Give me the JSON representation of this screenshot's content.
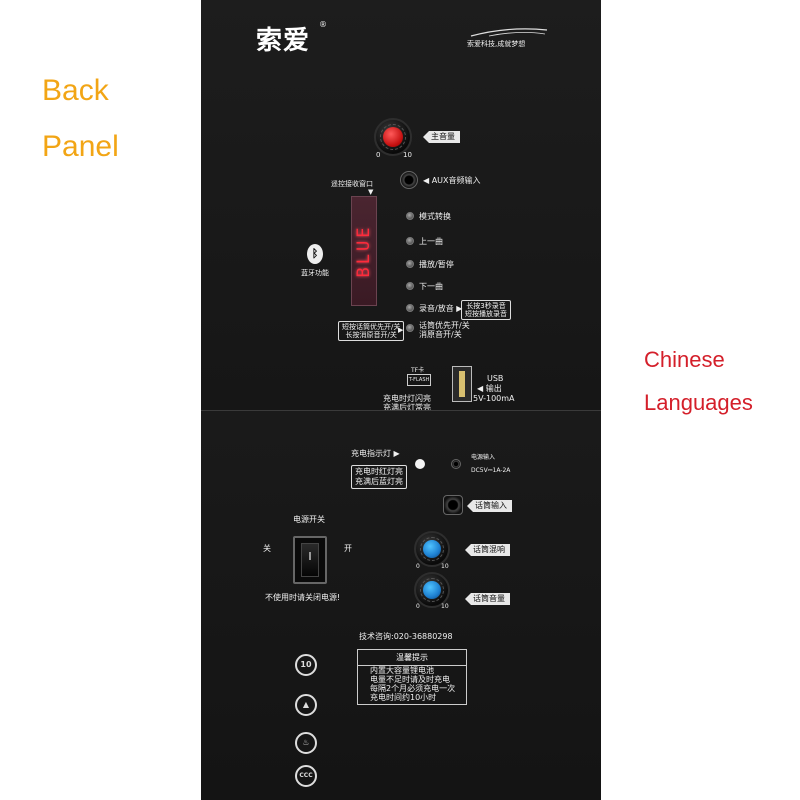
{
  "side_labels": {
    "back": "Back",
    "panel": "Panel",
    "chinese": "Chinese",
    "languages": "Languages"
  },
  "top_panel": {
    "brand": "索爱",
    "brand_reg": "®",
    "slogan": "索爱科技,成就梦想",
    "master_volume": {
      "label": "主音量",
      "min": "0",
      "max": "10"
    },
    "aux_input": "◀ AUX音频输入",
    "remote_receiver": "遥控接收窗口",
    "led_display": "BLUE",
    "bluetooth": {
      "icon": "ᛒ",
      "label": "蓝牙功能"
    },
    "buttons": [
      {
        "label": "模式转换"
      },
      {
        "label": "上一曲"
      },
      {
        "label": "播放/暂停"
      },
      {
        "label": "下一曲"
      },
      {
        "label": "录音/放音 ▶"
      },
      {
        "label": "话筒优先开/关",
        "label2": "消原音开/关"
      }
    ],
    "record_note": [
      "长按3秒录音",
      "短按播放录音"
    ],
    "short_long_note": [
      "短按话筒优先开/关",
      "长按消原音开/关"
    ],
    "tf_card": "TF卡",
    "tf_flash": "T-FLASH",
    "usb": {
      "title": "USB",
      "line2": "◀ 输出",
      "line3": "5V-100mA"
    },
    "charge_note": [
      "充电时灯闪亮",
      "充满后灯常亮"
    ]
  },
  "bottom_panel": {
    "charge_indicator": "充电指示灯 ▶",
    "charge_box": [
      "充电时红灯亮",
      "充满后蓝灯亮"
    ],
    "power_input": {
      "title": "电源输入",
      "spec": "DC5V⎓1A-2A"
    },
    "mic_input": "话筒输入",
    "power_switch": {
      "title": "电源开关",
      "off": "关",
      "on": "开",
      "note": "不使用时请关闭电源!"
    },
    "mic_echo": {
      "label": "话筒混响",
      "min": "0",
      "max": "10"
    },
    "mic_volume": {
      "label": "话筒音量",
      "min": "0",
      "max": "10"
    },
    "tech_support": "技术咨询:020-36880298",
    "tip": {
      "title": "温馨提示",
      "lines": [
        "内置大容量锂电池",
        "电量不足时请及时充电",
        "每隔2个月必须充电一次",
        "充电时间约10小时"
      ]
    },
    "certs": [
      "10",
      "▲",
      "♨",
      "CCC"
    ]
  }
}
